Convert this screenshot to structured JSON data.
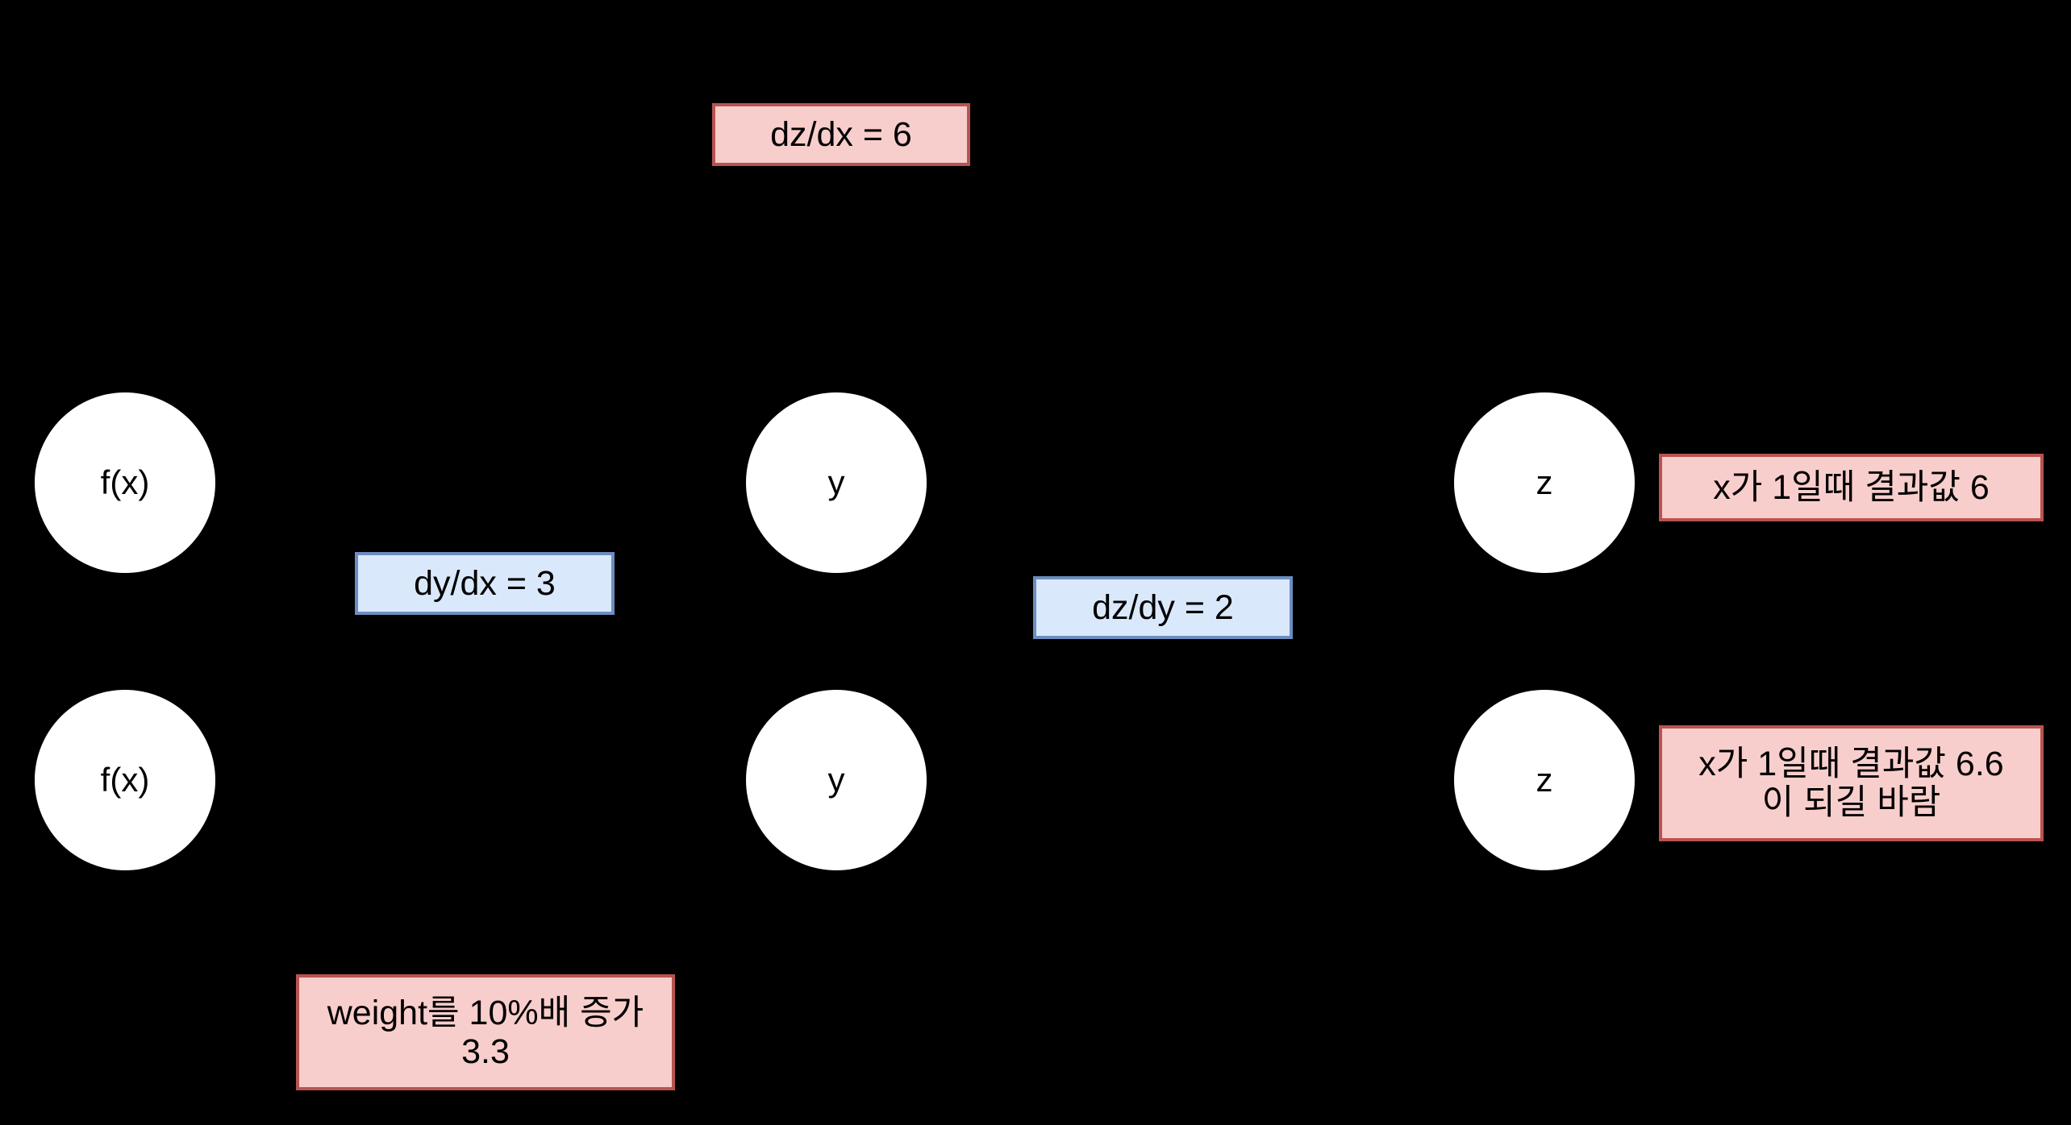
{
  "diagram": {
    "title": "Chain rule / backpropagation sketch",
    "background_color": "#000000",
    "palette": {
      "node_fill": "#ffffff",
      "node_text": "#000000",
      "pink_fill": "#f8cecc",
      "pink_border": "#b85450",
      "blue_fill": "#dae8fc",
      "blue_border": "#6c8ebf"
    },
    "nodes": [
      {
        "id": "fx_top",
        "label": "f(x)"
      },
      {
        "id": "y_top",
        "label": "y"
      },
      {
        "id": "z_top",
        "label": "z"
      },
      {
        "id": "fx_bottom",
        "label": "f(x)"
      },
      {
        "id": "y_bottom",
        "label": "y"
      },
      {
        "id": "z_bottom",
        "label": "z"
      }
    ],
    "labels": {
      "dz_dx": "dz/dx = 6",
      "dy_dx": "dy/dx = 3",
      "dz_dy": "dz/dy = 2",
      "result_top": "x가 1일때 결과값 6",
      "result_bottom": "x가 1일때 결과값 6.6\n이 되길 바람",
      "weight_note": "weight를 10%배 증가\n3.3"
    }
  }
}
